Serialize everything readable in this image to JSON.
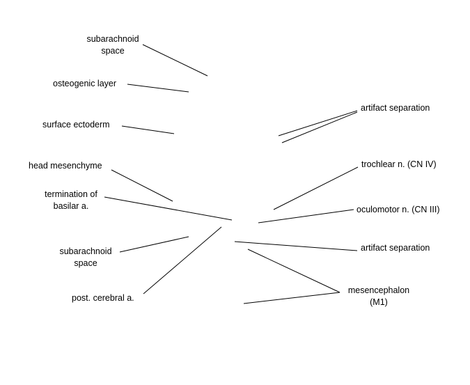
{
  "labels": {
    "subarachnoid_top": [
      "subarachnoid",
      "space"
    ],
    "osteogenic_layer": "osteogenic layer",
    "surface_ectoderm": "surface ectoderm",
    "head_mesenchyme": "head mesenchyme",
    "termination_basilar": [
      "termination of",
      "basilar a."
    ],
    "subarachnoid_bottom": [
      "subarachnoid",
      "space"
    ],
    "post_cerebral": "post. cerebral a.",
    "artifact_separation_top": "artifact separation",
    "trochlear": "trochlear n. (CN IV)",
    "oculomotor": "oculomotor n. (CN III)",
    "artifact_separation_bottom": "artifact separation",
    "mesencephalon": [
      "mesencephalon",
      "(M1)"
    ]
  }
}
